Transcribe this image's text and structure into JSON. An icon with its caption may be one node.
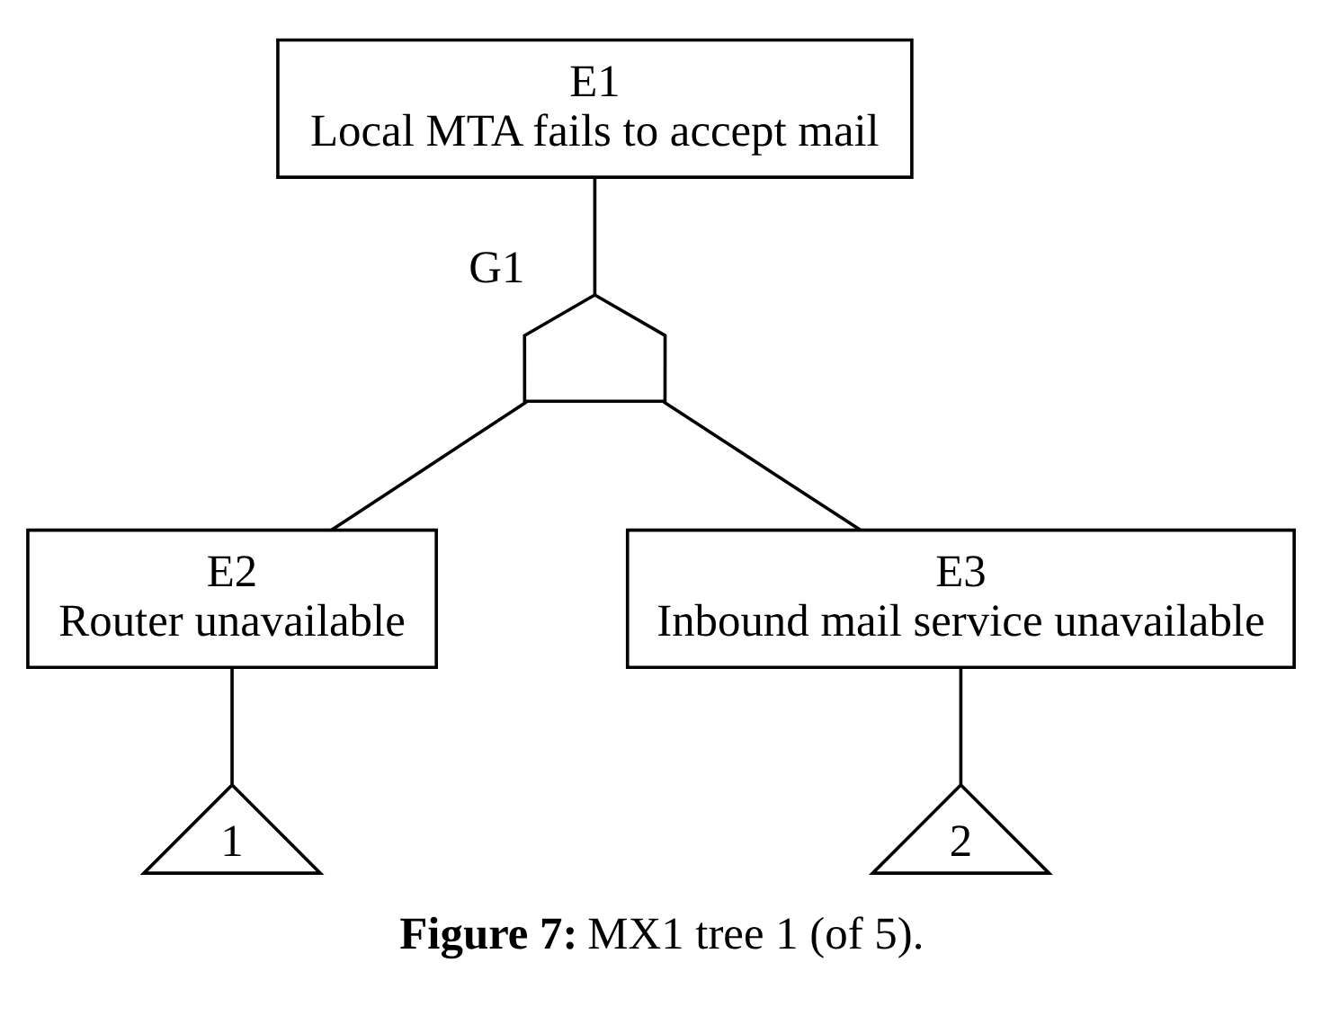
{
  "diagram": {
    "caption": "**Figure 7:** MX1 tree 1 (of 5).",
    "nodes": [
      {
        "text": [
          "E1",
          "Local MTA fails to accept mail"
        ]
      },
      {
        "text": [],
        "shape": "gate",
        "beside": [
          "G1"
        ]
      },
      {
        "text": [
          "E2",
          "Router unavailable"
        ]
      },
      {
        "text": [
          "E3",
          "Inbound mail service unavailable"
        ]
      },
      {
        "text": [
          "1"
        ]
      },
      {
        "text": [
          "2"
        ]
      }
    ],
    "edges": [
      {
        "from": 0,
        "to": 1,
        "arrow": "none"
      },
      {
        "from": 1,
        "to": 2,
        "arrow": "none"
      },
      {
        "from": 1,
        "to": 3,
        "arrow": "none"
      },
      {
        "from": 2,
        "to": 4,
        "arrow": "none"
      },
      {
        "from": 3,
        "to": 5,
        "arrow": "none"
      }
    ]
  }
}
